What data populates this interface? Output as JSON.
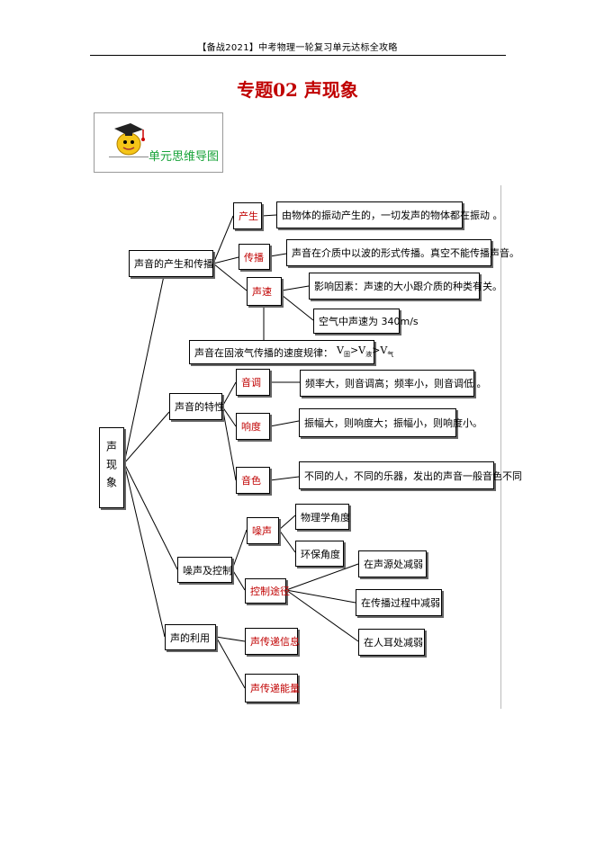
{
  "header": {
    "text": "【备战2021】中考物理一轮复习单元达标全攻略"
  },
  "title": "专题02  声现象",
  "badge": {
    "label": "单元思维导图",
    "icon": "mascot-with-graduation-cap-icon"
  },
  "mindmap": {
    "root": "声现象",
    "branch1": {
      "label": "声音的产生和传播",
      "chanSheng": {
        "label": "产生",
        "desc": "由物体的振动产生的，一切发声的物体都在振动 。"
      },
      "chuanBo": {
        "label": "传播",
        "desc": "声音在介质中以波的形式传播。真空不能传播声音。"
      },
      "shengSu": {
        "label": "声速",
        "factor": "影响因素：声速的大小跟介质的种类有关。",
        "air": "空气中声速为 340m/s"
      },
      "rule": {
        "text": "声音在固液气传播的速度规律：",
        "v": "V",
        "gu": "固",
        "ye": "液",
        "qi": "气",
        "gt": ">"
      }
    },
    "branch2": {
      "label": "声音的特性",
      "yinDiao": {
        "label": "音调",
        "desc": "频率大，则音调高；频率小，则音调低 。"
      },
      "xiangDu": {
        "label": "响度",
        "desc": "振幅大，则响度大；振幅小，则响度小。"
      },
      "yinSe": {
        "label": "音色",
        "desc": "不同的人，不同的乐器，发出的声音一般音色不同"
      }
    },
    "branch3": {
      "label": "噪声及控制",
      "zaoSheng": {
        "label": "噪声",
        "items": [
          "物理学角度",
          "环保角度"
        ]
      },
      "kongZhi": {
        "label": "控制途径",
        "items": [
          "在声源处减弱",
          "在传播过程中减弱",
          "在人耳处减弱"
        ]
      }
    },
    "branch4": {
      "label": "声的利用",
      "items": [
        "声传递信息",
        "声传递能量"
      ]
    }
  },
  "colors": {
    "title": "#c00000",
    "red_label": "#c00000",
    "badge_text": "#19a33a"
  }
}
